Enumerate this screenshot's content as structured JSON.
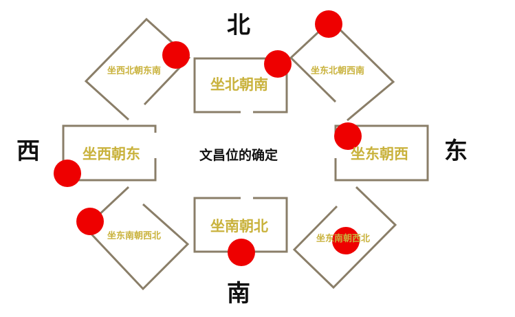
{
  "directions": {
    "north": "北",
    "south": "南",
    "west": "西",
    "east": "东"
  },
  "center_title": "文昌位的确定",
  "houses": {
    "north": "坐北朝南",
    "south": "坐南朝北",
    "west": "坐西朝东",
    "east": "坐东朝西",
    "northwest": "坐西北朝东南",
    "northeast": "坐东北朝西南",
    "southwest": "坐东南朝西北",
    "southeast": "坐东南朝西北"
  },
  "colors": {
    "outline": "#8a7e68",
    "label": "#c9b23c",
    "marker": "#ee0000"
  }
}
